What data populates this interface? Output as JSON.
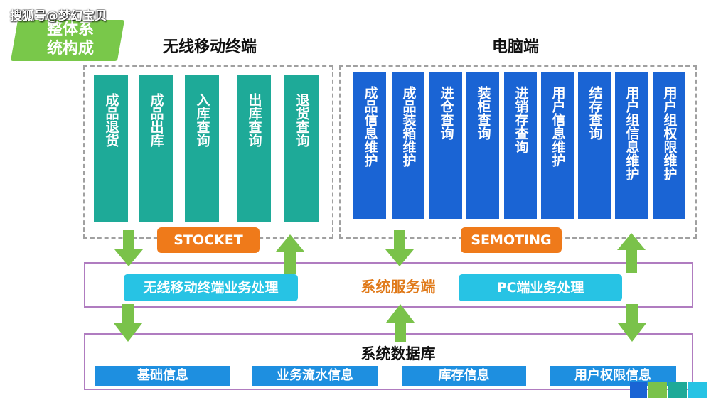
{
  "watermark": "搜狐号@梦幻宝贝",
  "badge": {
    "line1": "整体系",
    "line2": "统构成"
  },
  "titles": {
    "wireless": "无线移动终端",
    "pc": "电脑端"
  },
  "wireless_modules": [
    "成品退货",
    "成品出库",
    "入库查询",
    "出库查询",
    "退货查询"
  ],
  "pc_modules": [
    "成品信息维护",
    "成品装箱维护",
    "进仓查询",
    "装柜查询",
    "进销存查询",
    "用户信息维护",
    "结存查询",
    "用户组信息维护",
    "用户组权限维护"
  ],
  "labels": {
    "stocket": "STOCKET",
    "semoting": "SEMOTING"
  },
  "service": {
    "wireless_process": "无线移动终端业务处理",
    "center": "系统服务端",
    "pc_process": "PC端业务处理"
  },
  "database": {
    "title": "系统数据库",
    "items": [
      "基础信息",
      "业务流水信息",
      "库存信息",
      "用户权限信息"
    ]
  },
  "colors": {
    "teal": "#1eaa98",
    "blue": "#1a64d4",
    "orange": "#ef7a1a",
    "cyan": "#27c3e4",
    "green_arrow": "#7ac24a",
    "service_text": "#e07a1a",
    "db_item": "#1e8fe0",
    "border": "#b07cc0"
  }
}
